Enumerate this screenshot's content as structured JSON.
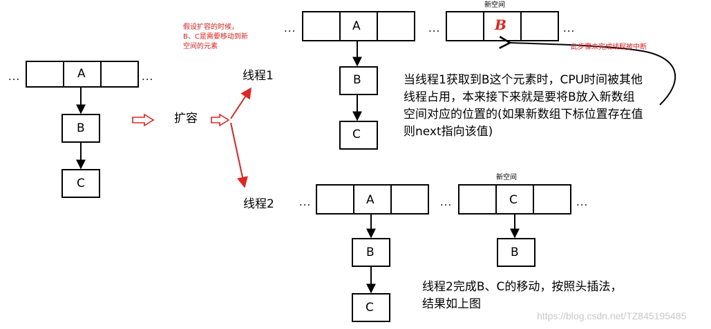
{
  "ellipsis": "...",
  "labels": {
    "A": "A",
    "B": "B",
    "C": "C",
    "B_red": "B",
    "expand": "扩容",
    "thread1": "线程1",
    "thread2": "线程2",
    "new_space_1": "新空间",
    "new_space_2": "新空间"
  },
  "notes": {
    "assume": [
      "假设扩容的时候，",
      "B、C是需要移动到新",
      "空间的元素"
    ],
    "interrupt": "此步骤未完成线程被中断",
    "thread1_desc": [
      "当线程1获取到B这个元素时，CPU时间被其他",
      "线程占用，本来接下来就是要将B放入新数组",
      "空间对应的位置的(如果新数组下标位置存在值",
      "则next指向该值)"
    ],
    "thread2_desc": [
      "线程2完成B、C的移动，按照头插法，",
      "结果如上图"
    ]
  },
  "watermark": "https://blog.csdn.net/TZ845195485",
  "colors": {
    "arrow_red": "#e8201e",
    "stroke": "#000000"
  }
}
